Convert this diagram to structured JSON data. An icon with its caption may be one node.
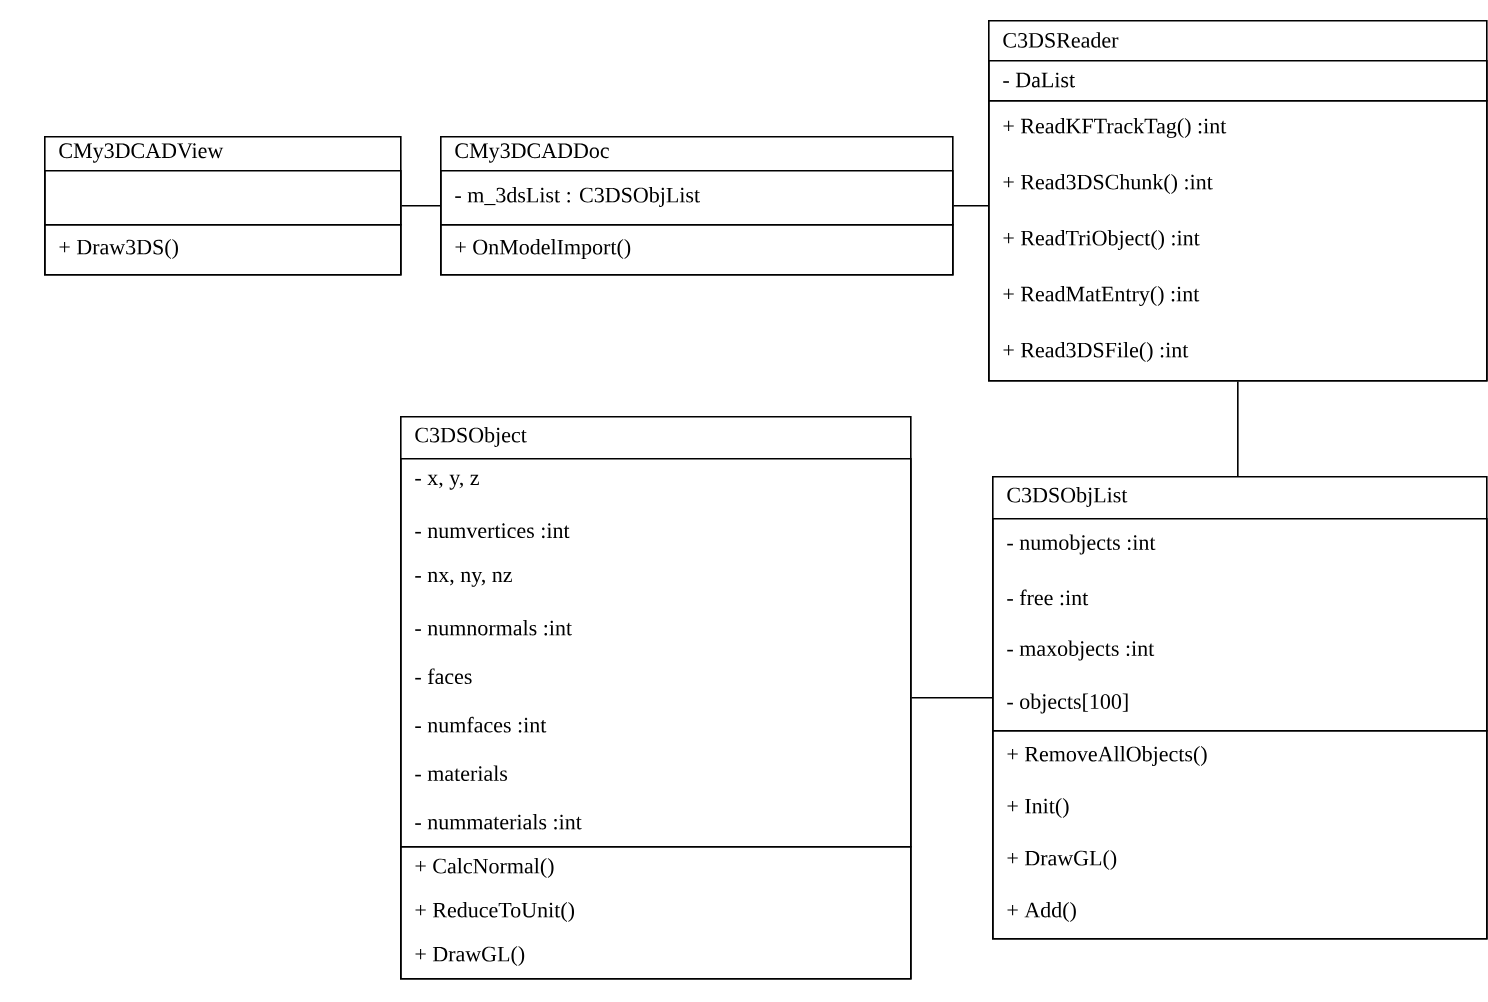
{
  "diagram": {
    "nodes": [
      {
        "text": [
          "CMy3DCADView"
        ]
      },
      {
        "text": [],
        "shape": "box",
        "in": 0
      },
      {
        "text": [
          "+ Draw3DS()"
        ],
        "in": 0
      },
      {
        "text": [
          "CMy3DCADDoc"
        ]
      },
      {
        "text": [
          "- m_3dsList : C3DSObjList"
        ],
        "in": 3
      },
      {
        "text": [
          "+ OnModelImport()"
        ],
        "in": 3
      },
      {
        "text": [
          "C3DSReader"
        ]
      },
      {
        "text": [
          "- DaList"
        ],
        "in": 6
      },
      {
        "text": [
          "+ ReadKFTrackTag() :int",
          "+ Read3DSChunk() :int",
          "+ ReadTriObject() :int",
          "+ ReadMatEntry() :int",
          "+ Read3DSFile() :int"
        ],
        "in": 6
      },
      {
        "text": [
          "C3DSObject"
        ]
      },
      {
        "text": [
          "- x, y, z",
          "- numvertices :int",
          "- nx, ny, nz",
          "- numnormals :int",
          "- faces",
          "- numfaces :int",
          "- materials",
          "- nummaterials :int"
        ],
        "in": 9
      },
      {
        "text": [
          "+ CalcNormal()",
          "+ ReduceToUnit()",
          "+ DrawGL()"
        ],
        "in": 9
      },
      {
        "text": [
          "C3DSObjList"
        ]
      },
      {
        "text": [
          "- numobjects :int",
          "- free :int",
          "- maxobjects :int",
          "- objects[100]"
        ],
        "in": 12
      },
      {
        "text": [
          "+ RemoveAllObjects()",
          "+ Init()",
          "+ DrawGL()",
          "+ Add()"
        ],
        "in": 12
      }
    ],
    "edges": [
      {
        "from": 0,
        "to": 3,
        "arrow": "none"
      },
      {
        "from": 3,
        "to": 6,
        "arrow": "none"
      },
      {
        "from": 6,
        "to": 12,
        "arrow": "none"
      },
      {
        "from": 9,
        "to": 12,
        "arrow": "none"
      }
    ]
  }
}
